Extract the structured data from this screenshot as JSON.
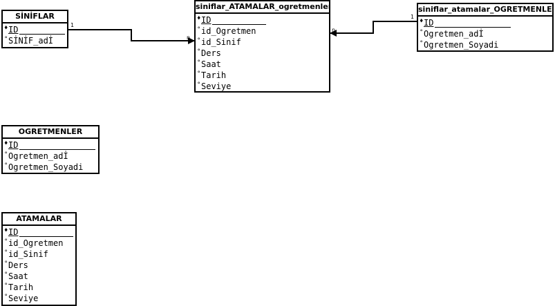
{
  "entities": {
    "siniflar": {
      "title": "SİNİFLAR",
      "attributes": [
        {
          "mark": "♦",
          "name": "ID"
        },
        {
          "mark": "°",
          "name": "SİNİF_adİ"
        }
      ]
    },
    "junction": {
      "title": "siniflar_ATAMALAR_ogretmenler",
      "attributes": [
        {
          "mark": "♦",
          "name": "ID"
        },
        {
          "mark": "°",
          "name": "id_Ogretmen"
        },
        {
          "mark": "°",
          "name": "id_Sinif"
        },
        {
          "mark": "°",
          "name": "Ders"
        },
        {
          "mark": "°",
          "name": "Saat"
        },
        {
          "mark": "°",
          "name": "Tarih"
        },
        {
          "mark": "°",
          "name": "Seviye"
        }
      ]
    },
    "siniflar_ogretmenler": {
      "title": "siniflar_atamalar_OGRETMENLER",
      "attributes": [
        {
          "mark": "♦",
          "name": "ID"
        },
        {
          "mark": "°",
          "name": "Ogretmen_adİ"
        },
        {
          "mark": "°",
          "name": "Ogretmen_Soyadi"
        }
      ]
    },
    "ogretmenler": {
      "title": "OGRETMENLER",
      "attributes": [
        {
          "mark": "♦",
          "name": "ID"
        },
        {
          "mark": "°",
          "name": "Ogretmen_adİ"
        },
        {
          "mark": "°",
          "name": "Ogretmen_Soyadi"
        }
      ]
    },
    "atamalar": {
      "title": "ATAMALAR",
      "attributes": [
        {
          "mark": "♦",
          "name": "ID"
        },
        {
          "mark": "°",
          "name": "id_Ogretmen"
        },
        {
          "mark": "°",
          "name": "id_Sinif"
        },
        {
          "mark": "°",
          "name": "Ders"
        },
        {
          "mark": "°",
          "name": "Saat"
        },
        {
          "mark": "°",
          "name": "Tarih"
        },
        {
          "mark": "°",
          "name": "Seviye"
        }
      ]
    }
  },
  "relationships": [
    {
      "from_label": "1",
      "to_label": "n"
    },
    {
      "from_label": "1",
      "to_label": "n"
    }
  ]
}
